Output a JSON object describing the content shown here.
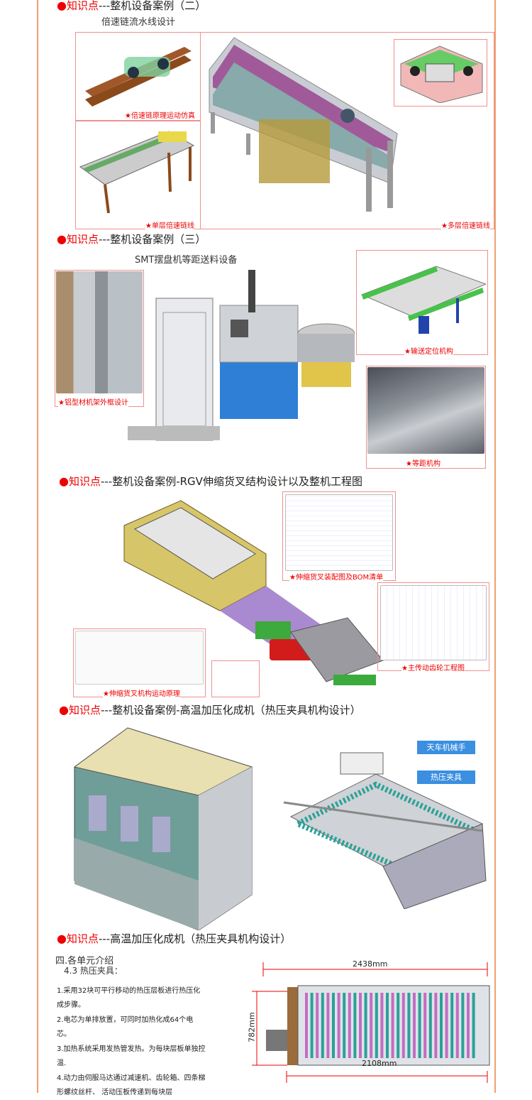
{
  "colors": {
    "accent": "#e00000",
    "edge": "#f0a070",
    "callout": "#3a8fe0"
  },
  "s1": {
    "dot": "●",
    "kp": "知识点",
    "title": "---整机设备案例（二）",
    "subtitle": "倍速链流水线设计",
    "cap1": "★倍速链原理运动仿真",
    "cap2": "★单层倍速链线",
    "cap3": "★多层倍速链线"
  },
  "s2": {
    "dot": "●",
    "kp": "知识点",
    "title": "---整机设备案例（三）",
    "subtitle": "SMT摆盘机等距送料设备",
    "cap1": "★铝型材机架外框设计",
    "cap2": "★输送定位机构",
    "cap3": "★等距机构"
  },
  "s3": {
    "dot": "●",
    "kp": "知识点",
    "title": "---整机设备案例-RGV伸缩货叉结构设计以及整机工程图",
    "cap1": "★伸缩货叉装配图及BOM清单",
    "cap2": "★主传动齿轮工程图",
    "cap3": "★伸缩货叉机构运动原理"
  },
  "s4": {
    "dot": "●",
    "kp": "知识点",
    "title": "---整机设备案例-高温加压化成机（热压夹具机构设计）",
    "call1": "天车机械手",
    "call2": "热压夹具"
  },
  "s5": {
    "dot": "●",
    "kp": "知识点",
    "title": "---高温加压化成机（热压夹具机构设计）",
    "section": "四.各单元介绍",
    "subsection": "4.3 热压夹具：",
    "items": [
      "1.采用32块可平行移动的热压层板进行热压化成步骤。",
      "2.电芯为单排放置，可同时加热化成64个电芯。",
      "3.加热系统采用发热管发热。为每块层板单独控温.",
      "4.动力由伺服马达通过减速机、齿轮箱、四条梯形螺纹丝杆、 活动压板传递到每块层"
    ],
    "dim_top": "2438mm",
    "dim_side": "782mm",
    "dim_bottom": "2108mm"
  }
}
